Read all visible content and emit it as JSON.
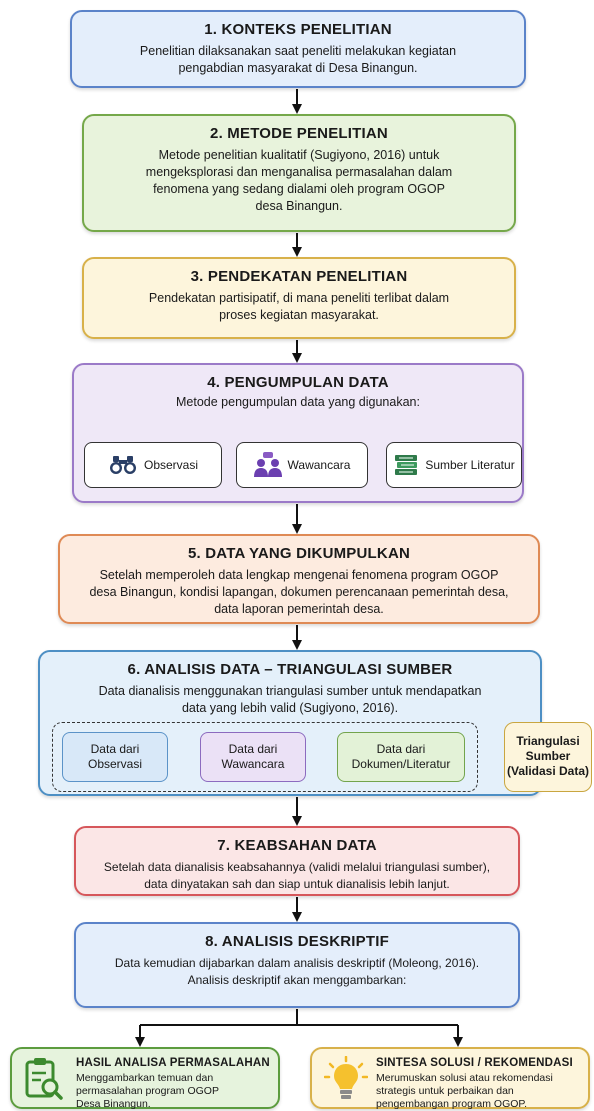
{
  "steps": [
    {
      "title": "1. KONTEKS PENELITIAN",
      "lines": [
        "Penelitian dilaksanakan saat peneliti melakukan kegiatan",
        "pengabdian masyarakat di Desa Binangun."
      ]
    },
    {
      "title": "2. METODE PENELITIAN",
      "lines": [
        "Metode penelitian kualitatif (Sugiyono, 2016) untuk",
        "mengeksplorasi dan menganalisa permasalahan dalam",
        "fenomena yang sedang dialami oleh program OGOP",
        "desa Binangun."
      ]
    },
    {
      "title": "3. PENDEKATAN PENELITIAN",
      "lines": [
        "Pendekatan partisipatif, di mana peneliti terlibat dalam",
        "proses kegiatan masyarakat."
      ]
    },
    {
      "title": "4. PENGUMPULAN DATA",
      "lines": [
        "Metode pengumpulan data yang digunakan:"
      ]
    },
    {
      "title": "5. DATA YANG DIKUMPULKAN",
      "lines": [
        "Setelah memperoleh data lengkap mengenai fenomena program OGOP",
        "desa Binangun, kondisi lapangan, dokumen perencanaan pemerintah desa,",
        "data laporan pemerintah desa."
      ]
    },
    {
      "title": "6. ANALISIS DATA – TRIANGULASI SUMBER",
      "lines": [
        "Data dianalisis menggunakan triangulasi sumber untuk mendapatkan",
        "data yang lebih valid (Sugiyono, 2016)."
      ]
    },
    {
      "title": "7. KEABSAHAN DATA",
      "lines": [
        "Setelah data dianalisis keabsahannya (validi melalui triangulasi sumber),",
        "data dinyatakan sah dan siap untuk dianalisis lebih lanjut."
      ]
    },
    {
      "title": "8. ANALISIS DESKRIPTIF",
      "lines": [
        "Data kemudian dijabarkan dalam analisis deskriptif (Moleong, 2016).",
        "Analisis deskriptif akan menggambarkan:"
      ]
    }
  ],
  "methods": [
    {
      "label": "Observasi",
      "icon": "binoculars-icon"
    },
    {
      "label": "Wawancara",
      "icon": "people-chat-icon"
    },
    {
      "label": "Sumber Literatur",
      "icon": "books-icon"
    }
  ],
  "triangulation": {
    "sources": [
      {
        "lines": [
          "Data dari",
          "Observasi"
        ]
      },
      {
        "lines": [
          "Data dari",
          "Wawancara"
        ]
      },
      {
        "lines": [
          "Data dari",
          "Dokumen/Literatur"
        ]
      }
    ],
    "result": [
      "Triangulasi",
      "Sumber",
      "(Validasi Data)"
    ]
  },
  "outcomes": [
    {
      "title": "HASIL ANALISA PERMASALAHAN",
      "lines": [
        "Menggambarkan temuan dan",
        "permasalahan program OGOP",
        "Desa Binangun."
      ],
      "icon": "clipboard-search-icon",
      "color": "#3c8a2e"
    },
    {
      "title": "SINTESA SOLUSI / REKOMENDASI",
      "lines": [
        "Merumuskan solusi atau rekomendasi",
        "strategis untuk perbaikan dan",
        "pengembangan program OGOP."
      ],
      "icon": "lightbulb-icon",
      "color": "#f2b824"
    }
  ]
}
